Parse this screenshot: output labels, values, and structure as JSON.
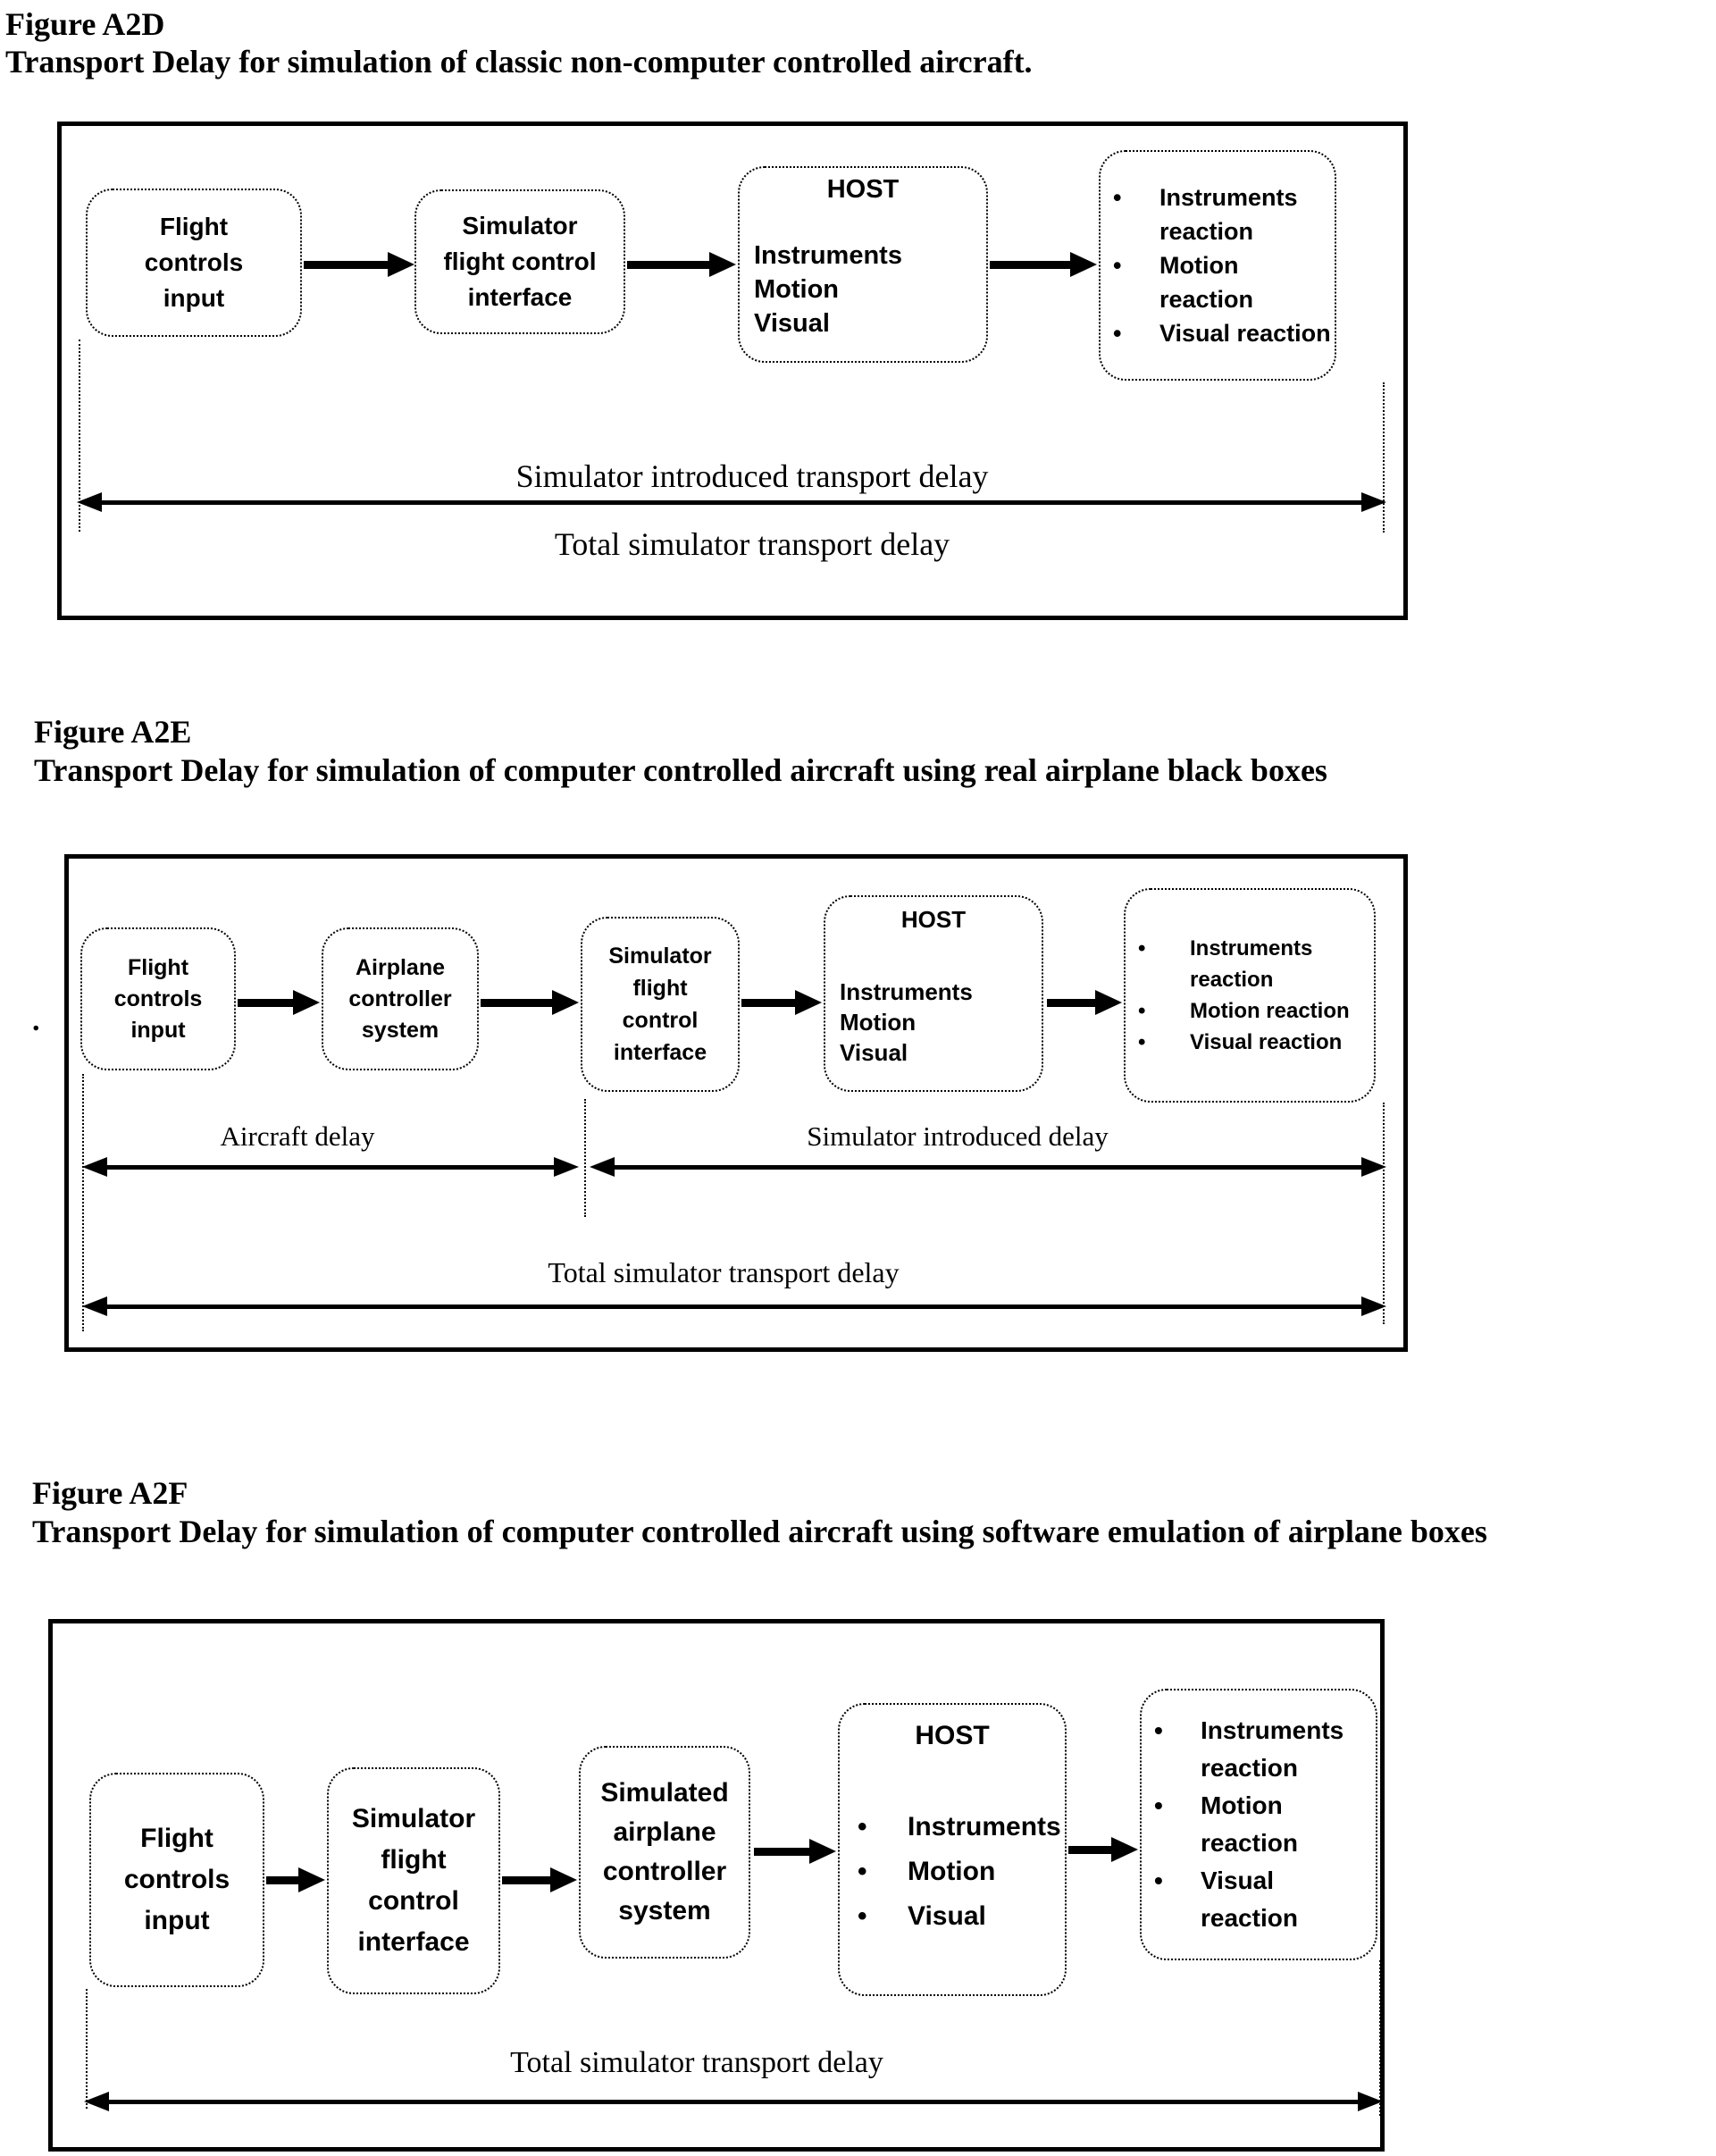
{
  "figures": [
    {
      "label": "Figure A2D",
      "caption": "Transport Delay for simulation of classic non-computer controlled aircraft.",
      "boxes": {
        "flight": [
          "Flight",
          "controls",
          "input"
        ],
        "interface": [
          "Simulator",
          "flight control",
          "interface"
        ],
        "host_title": "HOST",
        "host_items": [
          "Instruments",
          "Motion",
          "Visual"
        ],
        "reactions": [
          "Instruments reaction",
          "Motion reaction",
          "Visual reaction"
        ]
      },
      "delays": {
        "introduced": "Simulator introduced transport delay",
        "total": "Total simulator transport delay"
      }
    },
    {
      "label": "Figure A2E",
      "caption": "Transport Delay for simulation of computer controlled aircraft using real airplane black boxes",
      "stray_mark": ".",
      "boxes": {
        "flight": [
          "Flight",
          "controls",
          "input"
        ],
        "airplane": [
          "Airplane",
          "controller",
          "system"
        ],
        "interface": [
          "Simulator",
          "flight",
          "control",
          "interface"
        ],
        "host_title": "HOST",
        "host_items": [
          "Instruments",
          "Motion",
          "Visual"
        ],
        "reactions": [
          "Instruments reaction",
          "Motion reaction",
          "Visual reaction"
        ]
      },
      "delays": {
        "aircraft": "Aircraft delay",
        "introduced": "Simulator introduced delay",
        "total": "Total simulator transport delay"
      }
    },
    {
      "label": "Figure A2F",
      "caption": "Transport Delay for simulation of computer controlled aircraft using software emulation of airplane boxes",
      "boxes": {
        "flight": [
          "Flight",
          "controls",
          "input"
        ],
        "interface": [
          "Simulator",
          "flight",
          "control",
          "interface"
        ],
        "simulated": [
          "Simulated",
          "airplane",
          "controller",
          "system"
        ],
        "host_title": "HOST",
        "host_items": [
          "Instruments",
          "Motion",
          "Visual"
        ],
        "reactions": [
          "Instruments reaction",
          "Motion reaction",
          "Visual reaction"
        ]
      },
      "delays": {
        "total": "Total simulator transport delay"
      }
    }
  ],
  "glyphs": {
    "bullet": "•"
  },
  "colors": {
    "ink": "#000000",
    "background": "#ffffff"
  }
}
